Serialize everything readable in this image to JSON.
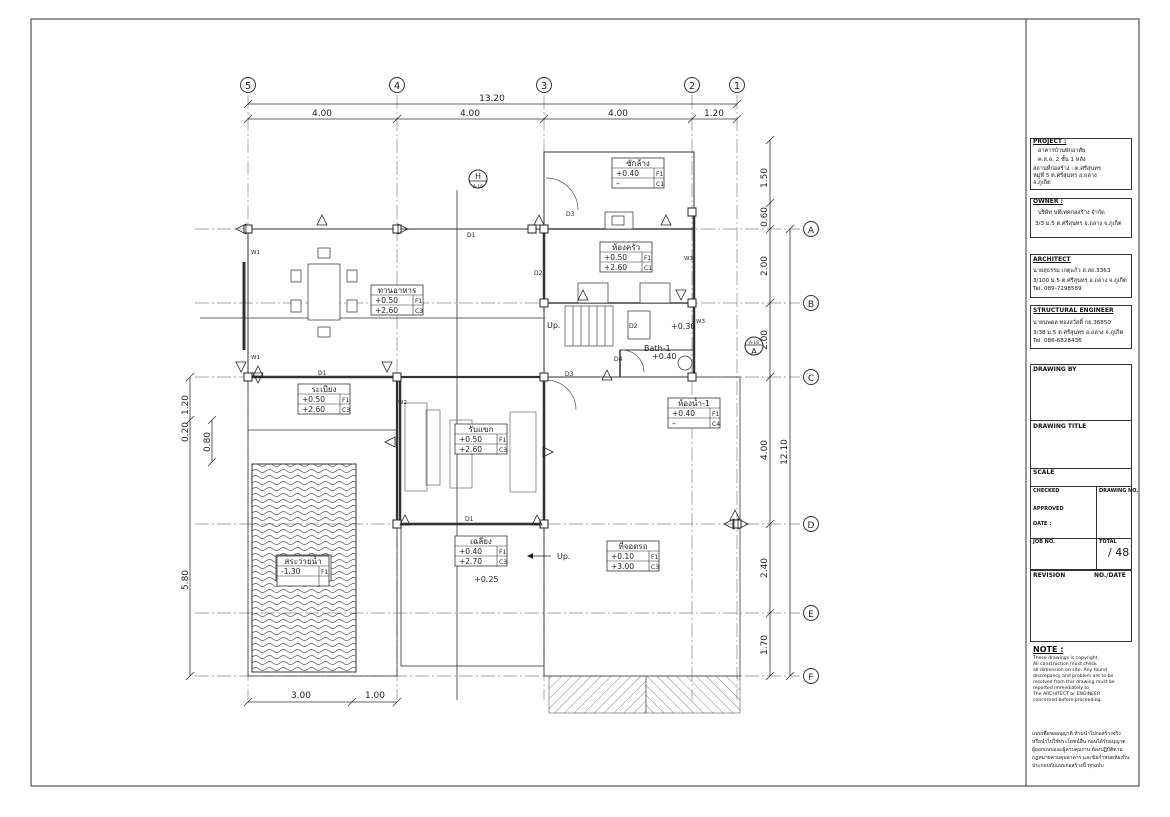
{
  "grid": {
    "columns": [
      "5",
      "4",
      "3",
      "2",
      "1"
    ],
    "rows": [
      "A",
      "B",
      "C",
      "D",
      "E",
      "F"
    ]
  },
  "dimensions": {
    "top_total": "13.20",
    "top_segments": [
      "4.00",
      "4.00",
      "4.00",
      "1.20"
    ],
    "bottom_segments": [
      "3.00",
      "1.00"
    ],
    "right_segments": [
      "1.50",
      "0.60",
      "2.00",
      "2.00",
      "4.00",
      "2.40",
      "1.70"
    ],
    "right_total": "12.10",
    "left_segments": [
      "1.20",
      "0.20",
      "0.80",
      "5.80"
    ]
  },
  "rooms": [
    {
      "name": "ซักล้าง",
      "level": "+0.40",
      "height": "–",
      "codes": [
        "F1",
        "C1"
      ]
    },
    {
      "name": "ห้องครัว",
      "level": "+0.50",
      "height": "+2.60",
      "codes": [
        "F1",
        "C1"
      ]
    },
    {
      "name": "ทานอาหาร",
      "level": "+0.50",
      "height": "+2.60",
      "codes": [
        "F1",
        "C3"
      ]
    },
    {
      "name": "ระเบียง",
      "level": "+0.50",
      "height": "+2.60",
      "codes": [
        "F1",
        "C3"
      ]
    },
    {
      "name": "รับแขก",
      "level": "+0.50",
      "height": "+2.60",
      "codes": [
        "F1",
        "C3"
      ]
    },
    {
      "name": "ห้องน้ำ-1",
      "level": "+0.40",
      "height": "–",
      "codes": [
        "F1",
        "C4"
      ]
    },
    {
      "name": "เฉลียง",
      "level": "+0.40",
      "height": "+2.70",
      "codes": [
        "F1",
        "C3"
      ]
    },
    {
      "name": "ที่จอดรถ",
      "level": "+0.10",
      "height": "+3.00",
      "codes": [
        "F1",
        "C3"
      ]
    },
    {
      "name": "สระว่ายน้ำ",
      "level": "-1.30",
      "height": "",
      "codes": [
        "F1",
        ""
      ]
    }
  ],
  "labels": {
    "bath": "Bath-1",
    "bath_level": "+0.40",
    "level_030": "+0.30",
    "level_025": "+0.25",
    "up_stair": "Up.",
    "up_porch": "Up.",
    "section_a": "A",
    "section_a_ref": "A-16",
    "section_h": "H",
    "section_h_ref": "A-16"
  },
  "doors": [
    "D1",
    "D1",
    "D1",
    "D1",
    "D2",
    "D2",
    "D3",
    "D3",
    "D4"
  ],
  "windows": [
    "W1",
    "W1",
    "W2",
    "W3",
    "W3"
  ],
  "title_block": {
    "project_label": "PROJECT :",
    "project_lines": [
      "อาคารบ้านพักอาศัย",
      "ค.ส.ล. 2 ชั้น 1 หลัง",
      "สถานที่ก่อสร้าง : ต.ศรีสุนทร",
      "หมู่ที่ 5 ต.ศรีสุนทร อ.ถลาง",
      "จ.ภูเก็ต"
    ],
    "owner_label": "OWNER :",
    "owner_lines": [
      "บริษัท นทีเทคก่อสร้าง จำกัด",
      "3/3 ม.5 ต.ศรีสุนทร อ.ถลาง จ.ภูเก็ต"
    ],
    "architect_label": "ARCHITECT",
    "architect_lines": [
      "นายสุธรรม เกตุแก้ว ส.สถ.3363",
      "3/100 ม.5 ต.ศรีสุนทร อ.ถลาง จ.ภูเก็ต",
      "Tel. 089-7298589"
    ],
    "structural_label": "STRUCTURAL ENGINEER",
    "structural_lines": [
      "นายนพดล ทองสวัสดิ์ กย.36850",
      "3/38 ม.5 ต.ศรีสุนทร อ.ถลาง จ.ภูเก็ต",
      "Tel. 086-6828436"
    ],
    "drawing_by": "DRAWING BY",
    "drawing_title": "DRAWING TITLE",
    "scale": "SCALE",
    "checked": "CHECKED",
    "approved": "APPROVED",
    "date": "DATE :",
    "drawing_no": "DRAWING NO.",
    "job_no": "JOB NO.",
    "total": "TOTAL",
    "sheet_total": "/ 48",
    "revision": "REVISION",
    "no_date": "NO./DATE",
    "note_label": "NOTE :",
    "note_lines": [
      "These drawings is copyright.",
      "All construction must check",
      "all dimension on site. Any found",
      "discrepancy and problem are to be",
      "resolved from this drawing must be",
      "reported immediately to",
      "The ARCHITECT or ENGINEER",
      "concerned before proceeding."
    ],
    "footer_lines": [
      "แบบเพื่อขออนุญาติ ห้ามนำไปก่อสร้างจริง",
      "หรือนำไปใช้ประโยชน์อื่น ก่อนได้รับอนุญาต",
      "ผู้ออกแบบและผู้ควบคุมงาน ต้องปฏิบัติตาม",
      "กฎหมายควบคุมอาคาร และข้อกำหนดท้องถิ่น",
      "ประกอบกับแบบก่อสร้างนี้ ทุกฉบับ"
    ]
  }
}
